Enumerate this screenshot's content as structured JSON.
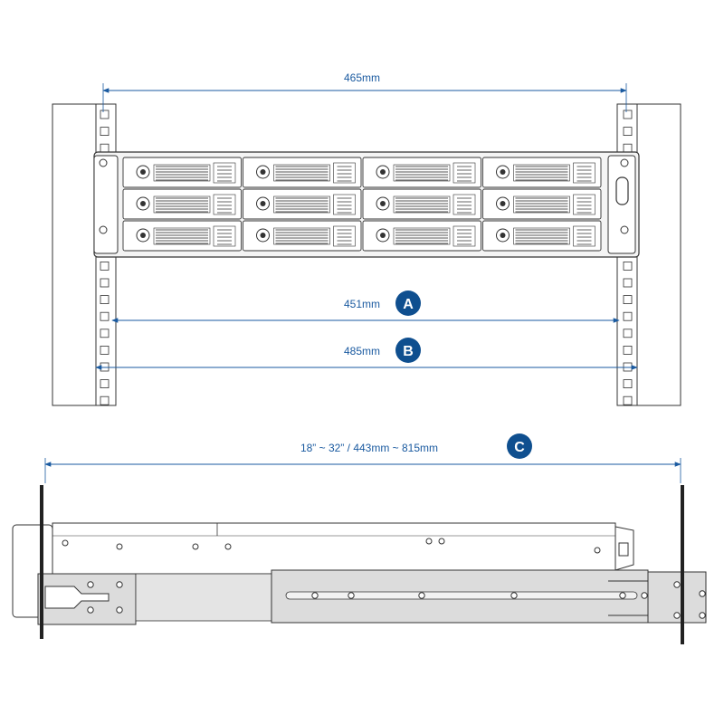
{
  "diagram": {
    "dimensions": {
      "rack_width": {
        "label": "465mm"
      },
      "inner_width": {
        "label": "451mm",
        "badge": "A"
      },
      "outer_width": {
        "label": "485mm",
        "badge": "B"
      },
      "rail_length": {
        "label": "18” ~ 32”  /  443mm ~ 815mm",
        "badge": "C"
      }
    },
    "drive_bays": {
      "rows": 3,
      "columns": 4
    },
    "colors": {
      "dimension_line": "#1a5aa0",
      "badge_fill": "#0f4f8f",
      "outline": "#333333",
      "rail_fill": "#dcdcdc",
      "rack_fill": "#ffffff"
    }
  }
}
